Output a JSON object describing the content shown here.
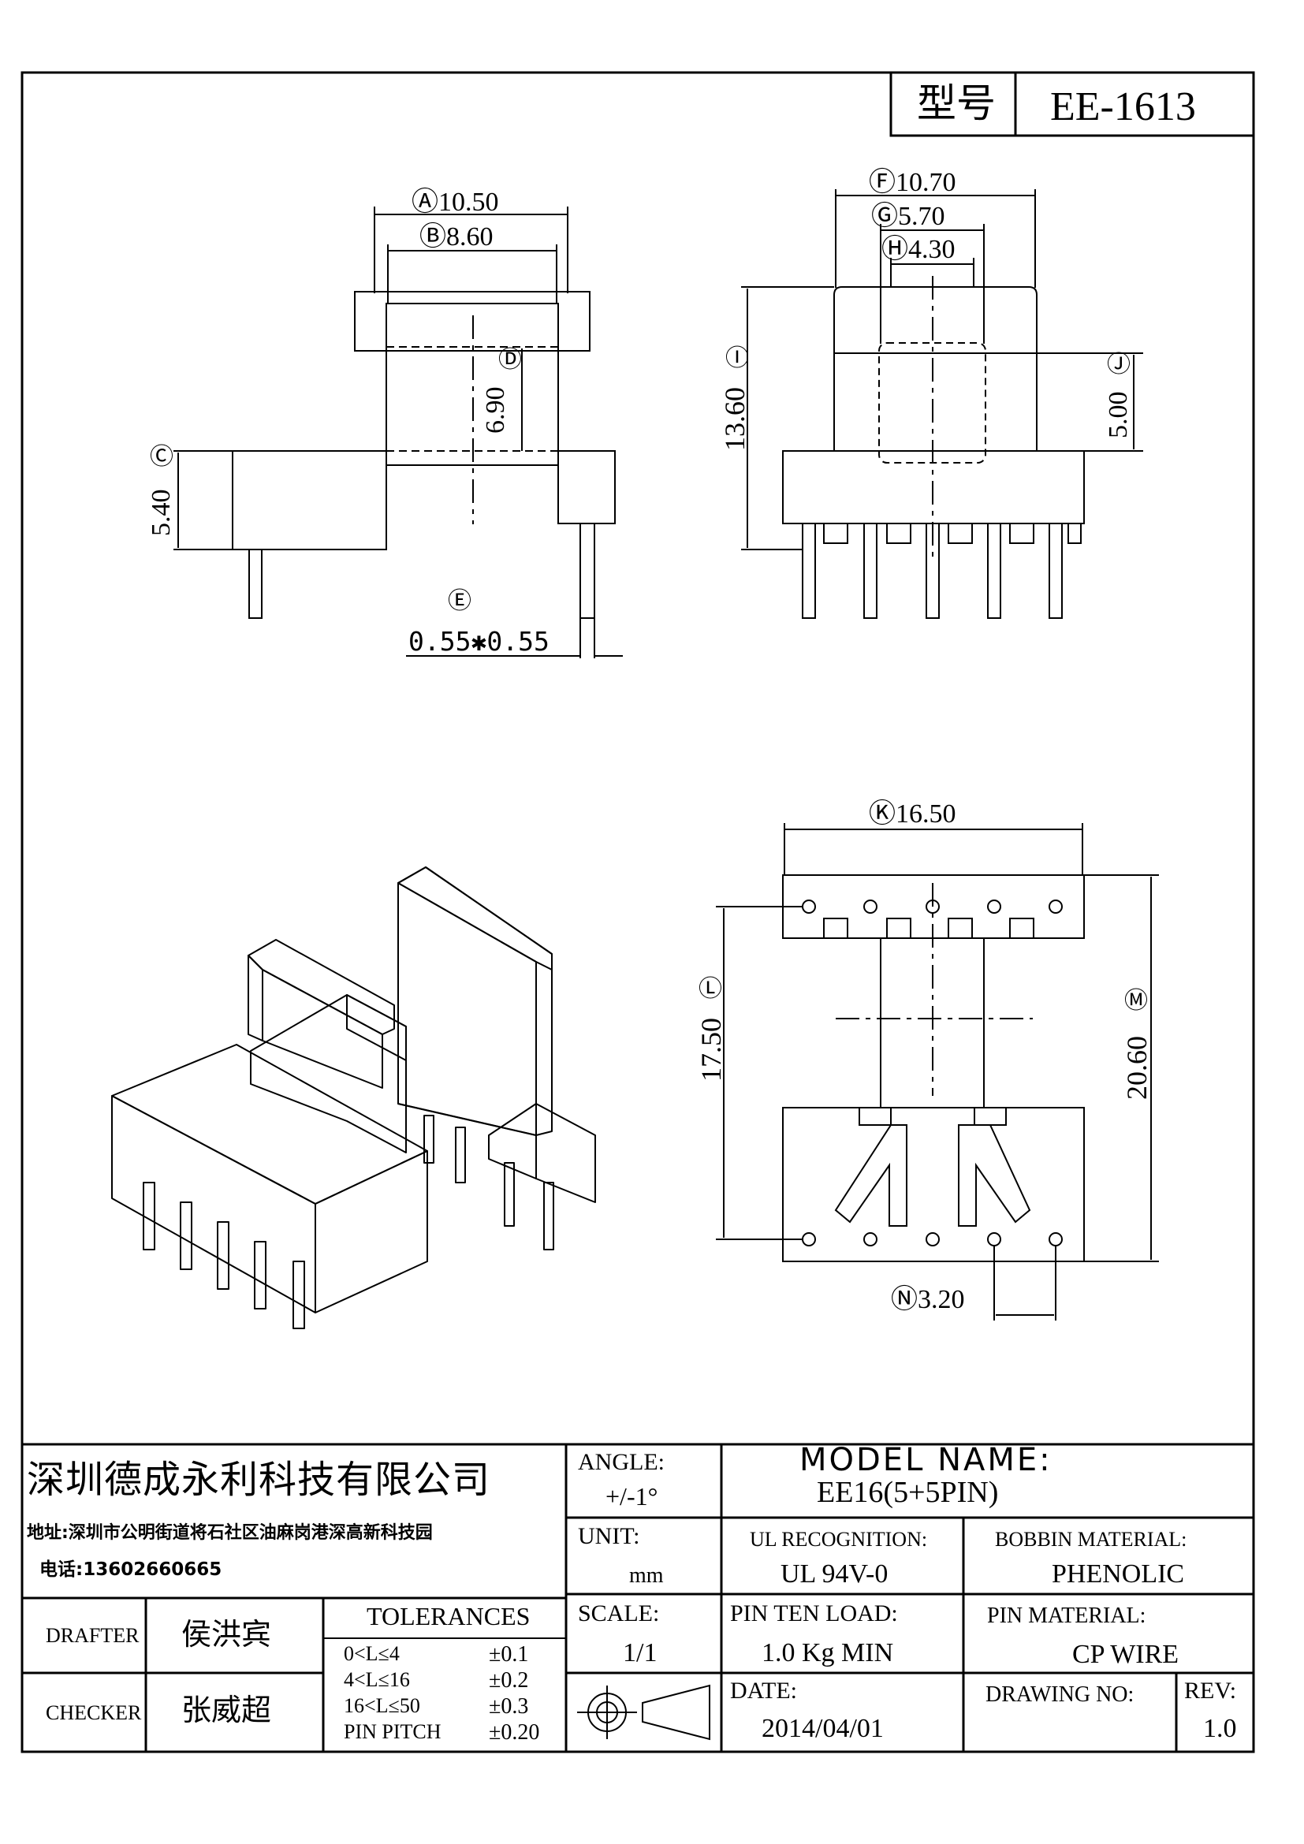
{
  "header": {
    "model_label": "型号",
    "model_value": "EE-1613"
  },
  "dimensions": {
    "A": {
      "label": "Ⓐ10.50"
    },
    "B": {
      "label": "Ⓑ8.60"
    },
    "C": {
      "label": "Ⓒ",
      "value": "5.40"
    },
    "D": {
      "label": "Ⓓ",
      "value": "6.90"
    },
    "E": {
      "label": "Ⓔ",
      "value": "0.55✱0.55"
    },
    "F": {
      "label": "Ⓕ10.70"
    },
    "G": {
      "label": "Ⓖ5.70"
    },
    "H": {
      "label": "Ⓗ4.30"
    },
    "I": {
      "label": "Ⓘ",
      "value": "13.60"
    },
    "J": {
      "label": "Ⓙ",
      "value": "5.00"
    },
    "K": {
      "label": "Ⓚ16.50"
    },
    "L": {
      "label": "Ⓛ",
      "value": "17.50"
    },
    "M": {
      "label": "Ⓜ",
      "value": "20.60"
    },
    "N": {
      "label": "Ⓝ3.20"
    }
  },
  "title_block": {
    "company": "深圳德成永利科技有限公司",
    "address": "地址:深圳市公明街道将石社区油麻岗港深高新科技园",
    "phone": "电话:13602660665",
    "angle_label": "ANGLE:",
    "angle_value": "+/-1°",
    "model_name_label": "MODEL NAME:",
    "model_name_value": "EE16(5+5PIN)",
    "unit_label": "UNIT:",
    "unit_value": "mm",
    "ul_label": "UL RECOGNITION:",
    "ul_value": "UL 94V-0",
    "bobbin_label": "BOBBIN MATERIAL:",
    "bobbin_value": "PHENOLIC",
    "drafter_label": "DRAFTER",
    "drafter_value": "侯洪宾",
    "checker_label": "CHECKER",
    "checker_value": "张威超",
    "tolerances_label": "TOLERANCES",
    "tolerances": [
      {
        "range": "0<L≤4",
        "value": "±0.1"
      },
      {
        "range": "4<L≤16",
        "value": "±0.2"
      },
      {
        "range": "16<L≤50",
        "value": "±0.3"
      },
      {
        "range": "PIN PITCH",
        "value": "±0.20"
      }
    ],
    "scale_label": "SCALE:",
    "scale_value": "1/1",
    "pin_load_label": "PIN TEN LOAD:",
    "pin_load_value": "1.0 Kg MIN",
    "pin_material_label": "PIN MATERIAL:",
    "pin_material_value": "CP WIRE",
    "date_label": "DATE:",
    "date_value": "2014/04/01",
    "drawing_no_label": "DRAWING NO:",
    "drawing_no_value": "",
    "rev_label": "REV:",
    "rev_value": "1.0"
  }
}
